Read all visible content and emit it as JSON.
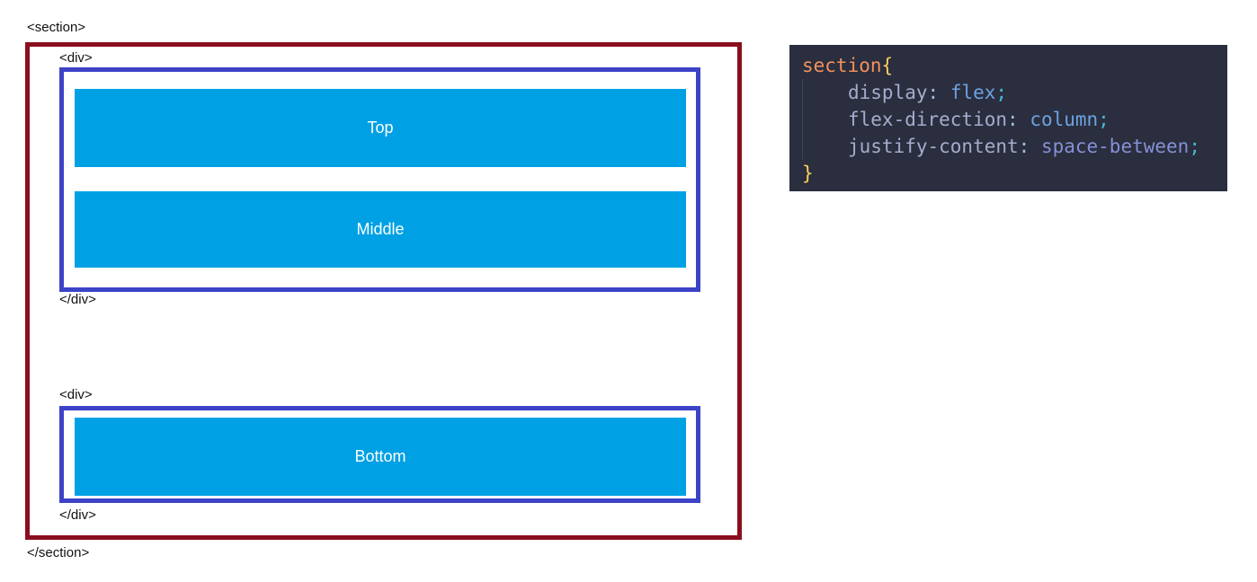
{
  "diagram": {
    "section_open_label": "<section>",
    "section_close_label": "</section>",
    "div1_open_label": "<div>",
    "div1_close_label": "</div>",
    "div2_open_label": "<div>",
    "div2_close_label": "</div>",
    "items": {
      "top": "Top",
      "middle": "Middle",
      "bottom": "Bottom"
    },
    "colors": {
      "section_border": "#8a0e1f",
      "div_border": "#3d43c6",
      "item_fill": "#00a1e4",
      "item_text": "#ffffff",
      "label_text": "#111111"
    }
  },
  "code": {
    "background": "#2a2e3e",
    "token_colors": {
      "selector": "#f2925c",
      "brace": "#ffcf5f",
      "property": "#a6accd",
      "colon": "#a0bfdf",
      "value": "#6da2e2",
      "value_alt": "#8591d6",
      "semicolon": "#48b7d4"
    },
    "lines": [
      {
        "tokens": [
          {
            "t": "section"
          },
          {
            "t": "{"
          }
        ]
      },
      {
        "tokens": [
          {
            "t": "display"
          },
          {
            "t": ": "
          },
          {
            "t": "flex"
          },
          {
            "t": ";"
          }
        ]
      },
      {
        "tokens": [
          {
            "t": "flex-direction"
          },
          {
            "t": ": "
          },
          {
            "t": "column"
          },
          {
            "t": ";"
          }
        ]
      },
      {
        "tokens": [
          {
            "t": "justify-content"
          },
          {
            "t": ": "
          },
          {
            "t": "space-between"
          },
          {
            "t": ";"
          }
        ]
      },
      {
        "tokens": [
          {
            "t": "}"
          }
        ]
      }
    ]
  }
}
